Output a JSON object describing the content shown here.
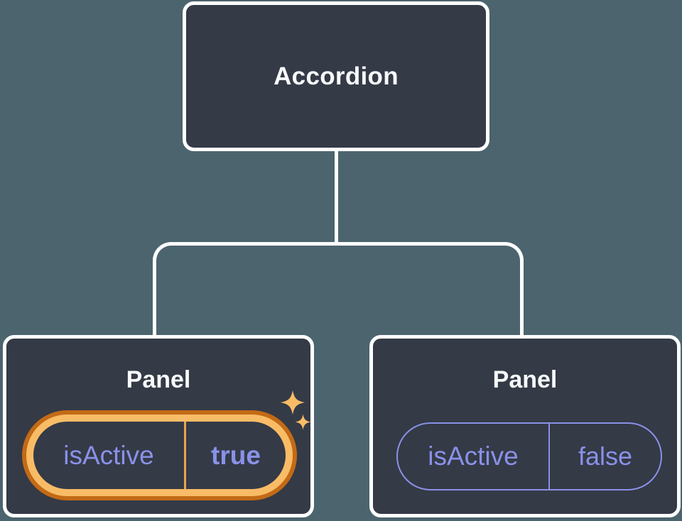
{
  "diagram": {
    "title_hint": "React component tree showing state",
    "root": {
      "label": "Accordion"
    },
    "children": [
      {
        "label": "Panel",
        "active": true,
        "prop": {
          "name": "isActive",
          "value": "true"
        }
      },
      {
        "label": "Panel",
        "active": false,
        "prop": {
          "name": "isActive",
          "value": "false"
        }
      }
    ]
  },
  "icons": {
    "sparkle_large": "sparkle-icon",
    "sparkle_small": "sparkle-icon"
  },
  "colors": {
    "background": "#4C646E",
    "node_fill": "#343A46",
    "node_border": "#FFFFFF",
    "connector": "#FFFFFF",
    "text_primary": "#F7F9FB",
    "state_text": "#8A91E8",
    "highlight_ring_outer": "#C36A16",
    "highlight_ring_inner": "#F9BC66",
    "highlight_divider": "#E8A64F",
    "sparkle": "#F9BC66"
  }
}
